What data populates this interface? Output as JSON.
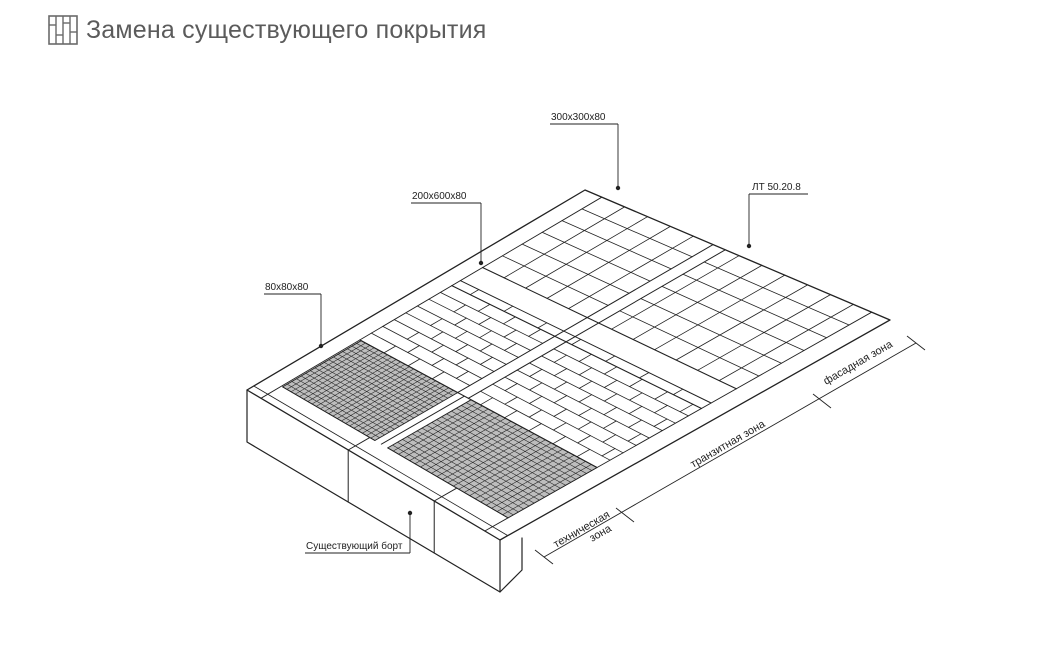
{
  "header": {
    "title": "Замена существующего покрытия",
    "logo_icon": "paving-logo-icon"
  },
  "labels": {
    "tile_300": "300x300x80",
    "tile_200": "200x600x80",
    "tile_80": "80x80x80",
    "tray": "ЛТ 50.20.8",
    "curb": "Существующий борт"
  },
  "zones": {
    "technical_1": "техническая",
    "technical_2": "зона",
    "transit": "транзитная зона",
    "facade": "фасадная зона"
  },
  "colors": {
    "stroke": "#222222",
    "title": "#5b5b5b",
    "tactile": "#bdbdbd"
  }
}
